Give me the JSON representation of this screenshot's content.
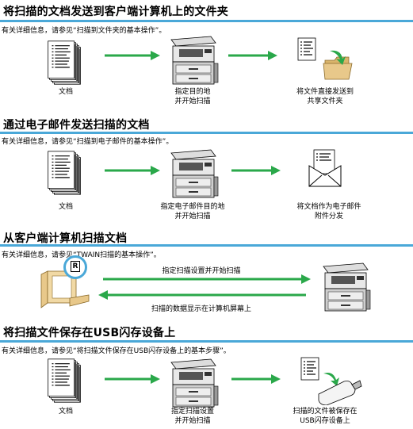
{
  "colors": {
    "accent_rule": "#4aa8d8",
    "arrow": "#2aa84a"
  },
  "sections": [
    {
      "title": "将扫描的文档发送到客户端计算机上的文件夹",
      "ref": "有关详细信息，请参见“扫描到文件夹的基本操作”。",
      "captions": [
        "文档",
        "指定目的地\n并开始扫描",
        "将文件直接发送到\n共享文件夹"
      ]
    },
    {
      "title": "通过电子邮件发送扫描的文档",
      "ref": "有关详细信息，请参见“扫描到电子邮件的基本操作”。",
      "captions": [
        "文档",
        "指定电子邮件目的地\n并开始扫描",
        "将文档作为电子邮件\n附件分发"
      ]
    },
    {
      "title": "从客户端计算机扫描文档",
      "ref": "有关详细信息，请参见“TWAIN扫描的基本操作”。",
      "twain_badge": "R",
      "arrow_labels": [
        "指定扫描设置并开始扫描",
        "扫描的数据显示在计算机屏幕上"
      ]
    },
    {
      "title": "将扫描文件保存在USB闪存设备上",
      "ref": "有关详细信息，请参见“将扫描文件保存在USB闪存设备上的基本步骤”。",
      "captions": [
        "文档",
        "指定扫描设置\n并开始扫描",
        "扫描的文件被保存在\nUSB闪存设备上"
      ]
    }
  ],
  "icons": [
    "document-stack-icon",
    "copier-scanner-icon",
    "folder-icon",
    "envelope-icon",
    "computer-icon",
    "usb-flash-drive-icon"
  ]
}
